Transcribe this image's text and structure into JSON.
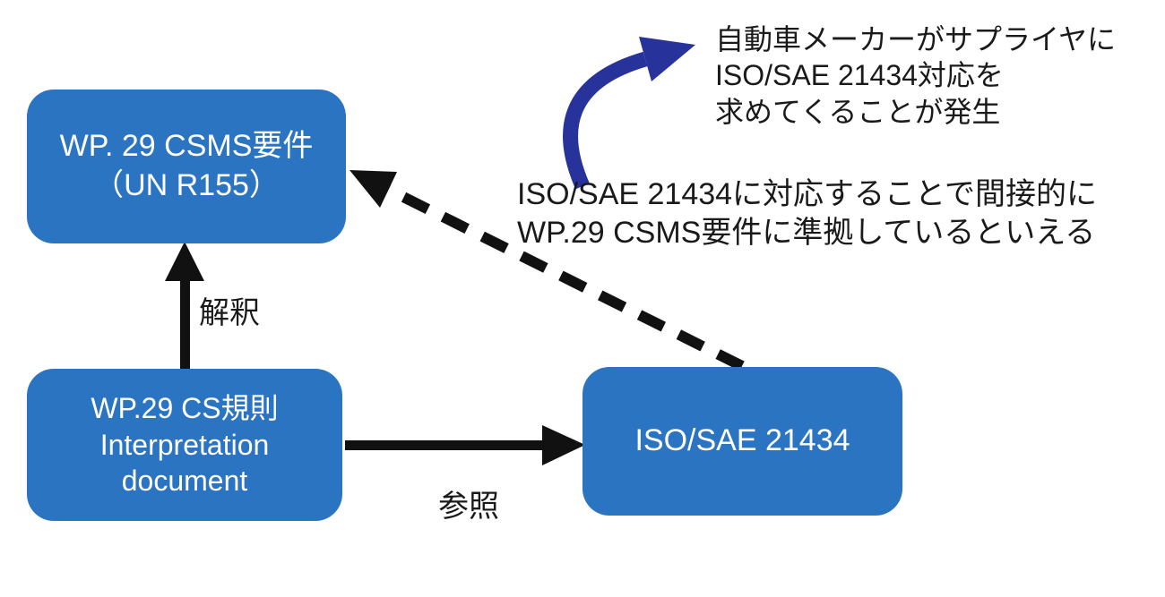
{
  "diagram": {
    "title_hint": "WP.29 CSMS / ISO-SAE 21434 relationship diagram",
    "colors": {
      "node_blue": "#2b74c1",
      "curved_arrow_navy": "#28329b",
      "line_black": "#111111",
      "node_text": "#ffffff",
      "annotation_text": "#1a1a1a",
      "background": "#ffffff"
    },
    "nodes": {
      "csms": {
        "lines": [
          "WP. 29 CSMS要件",
          "（UN R155）"
        ]
      },
      "interpretation": {
        "lines": [
          "WP.29 CS規則",
          "Interpretation",
          "document"
        ]
      },
      "iso": {
        "lines": [
          "ISO/SAE 21434"
        ]
      }
    },
    "edges": {
      "interpret": {
        "label": "解釈",
        "style": "solid",
        "from": "interpretation",
        "to": "csms"
      },
      "reference": {
        "label": "参照",
        "style": "solid",
        "from": "interpretation",
        "to": "iso"
      },
      "indirect_compliance": {
        "label": "",
        "style": "dashed",
        "from": "iso",
        "to": "csms"
      }
    },
    "icons": {
      "curved_arrow": "curved-arrow-icon"
    },
    "annotations": {
      "supplier_note": {
        "lines": [
          "自動車メーカーがサプライヤに",
          "ISO/SAE 21434対応を",
          "求めてくることが発生"
        ]
      },
      "compliance_note": {
        "lines": [
          "ISO/SAE 21434に対応することで間接的に",
          "WP.29 CSMS要件に準拠しているといえる"
        ]
      }
    }
  }
}
